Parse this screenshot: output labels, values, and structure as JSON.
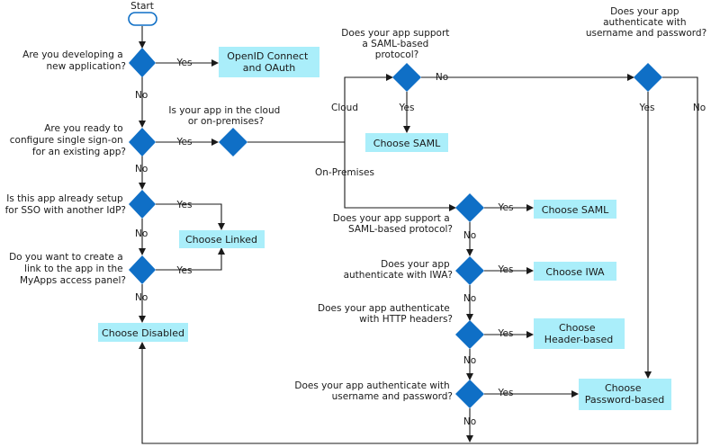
{
  "start": "Start",
  "questions": {
    "q1": [
      "Are you developing a",
      "new application?"
    ],
    "q2": [
      "Are you ready to",
      "configure single sign-on",
      "for an existing app?"
    ],
    "q3": [
      "Is this app already setup",
      "for SSO with another IdP?"
    ],
    "q4": [
      "Do you want to create a",
      "link to the app in the",
      "MyApps access panel?"
    ],
    "cloud": [
      "Is your app in the cloud",
      "or on-premises?"
    ],
    "cloud_saml": [
      "Does your app support",
      "a SAML-based",
      "protocol?"
    ],
    "cloud_pw": [
      "Does your app",
      "authenticate with",
      "username and password?"
    ],
    "onprem_saml": [
      "Does your app support a",
      "SAML-based protocol?"
    ],
    "onprem_iwa": [
      "Does your app",
      "authenticate with IWA?"
    ],
    "onprem_headers": [
      "Does your app authenticate",
      "with HTTP headers?"
    ],
    "onprem_pw": [
      "Does your app authenticate with",
      "username and password?"
    ]
  },
  "labels": {
    "yes": "Yes",
    "no": "No",
    "cloud": "Cloud",
    "on_premises": "On-Premises"
  },
  "choices": {
    "openid": [
      "OpenID Connect",
      "and OAuth"
    ],
    "linked": [
      "Choose Linked"
    ],
    "disabled": [
      "Choose Disabled"
    ],
    "saml_cloud": [
      "Choose SAML"
    ],
    "saml_onprem": [
      "Choose SAML"
    ],
    "iwa": [
      "Choose IWA"
    ],
    "header": [
      "Choose",
      "Header-based"
    ],
    "password": [
      "Choose",
      "Password-based"
    ]
  },
  "colors": {
    "decision": "#0f6fc6",
    "choice_fill": "#aaeefa",
    "start_border": "#0f6fc6"
  }
}
